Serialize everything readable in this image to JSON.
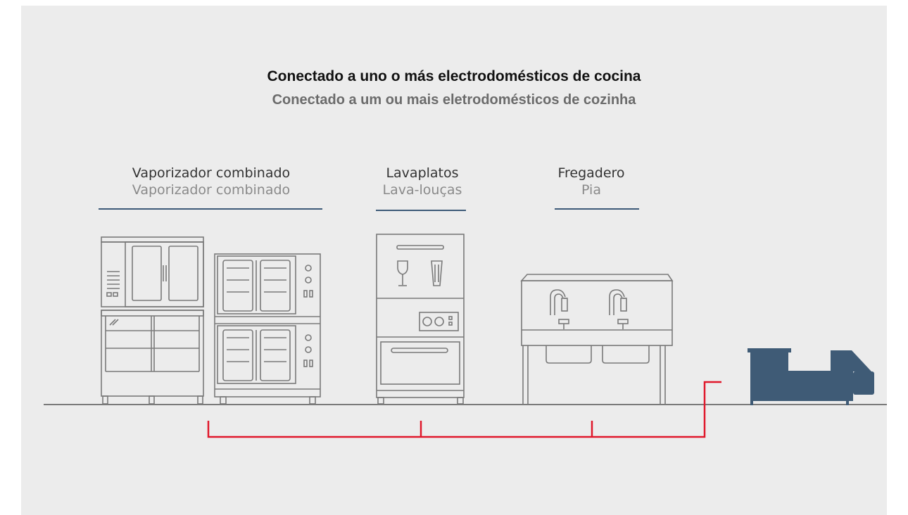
{
  "colors": {
    "background": "#ececec",
    "outline": "#7a7a7a",
    "underline": "#3d5a78",
    "connection": "#e0182b",
    "trap": "#3f5b76"
  },
  "title": {
    "es": "Conectado a uno o más electrodomésticos de cocina",
    "pt": "Conectado a um ou mais eletrodomésticos de cozinha"
  },
  "appliances": [
    {
      "id": "combi",
      "es": "Vaporizador combinado",
      "pt": "Vaporizador combinado"
    },
    {
      "id": "dishwasher",
      "es": "Lavaplatos",
      "pt": "Lava-louças"
    },
    {
      "id": "sink",
      "es": "Fregadero",
      "pt": "Pia"
    }
  ],
  "icons": {
    "combi_left": "combi-oven-stack-icon",
    "combi_right": "double-convection-oven-icon",
    "dishwasher": "dishwasher-icon",
    "sink": "double-sink-icon",
    "trap": "grease-trap-icon"
  }
}
